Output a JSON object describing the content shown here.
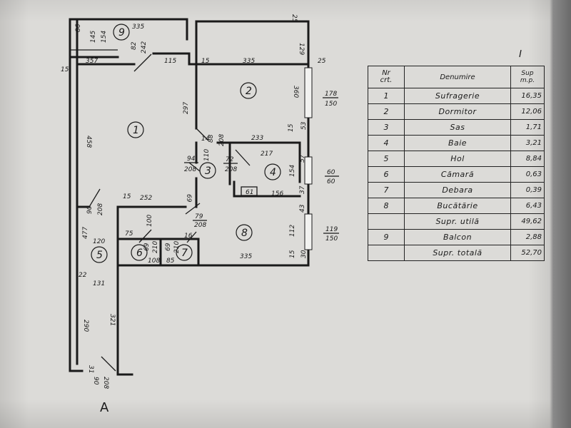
{
  "legend": {
    "header": {
      "nr_line1": "Nr",
      "nr_line2": "crt.",
      "name": "Denumire",
      "sup_line1": "Sup",
      "sup_line2": "m.p."
    },
    "rows": [
      {
        "nr": "1",
        "name": "Sufragerie",
        "value": "16,35"
      },
      {
        "nr": "2",
        "name": "Dormitor",
        "value": "12,06"
      },
      {
        "nr": "3",
        "name": "Sas",
        "value": "1,71"
      },
      {
        "nr": "4",
        "name": "Baie",
        "value": "3,21"
      },
      {
        "nr": "5",
        "name": "Hol",
        "value": "8,84"
      },
      {
        "nr": "6",
        "name": "Cămară",
        "value": "0,63"
      },
      {
        "nr": "7",
        "name": "Debara",
        "value": "0,39"
      },
      {
        "nr": "8",
        "name": "Bucătărie",
        "value": "6,43"
      },
      {
        "nr": "",
        "name": "Supr. utilă",
        "value": "49,62"
      },
      {
        "nr": "9",
        "name": "Balcon",
        "value": "2,88"
      },
      {
        "nr": "",
        "name": "Supr. totală",
        "value": "52,70"
      }
    ]
  },
  "rooms": [
    "1",
    "2",
    "3",
    "4",
    "5",
    "6",
    "7",
    "8",
    "9"
  ],
  "dimensions": [
    "335",
    "25",
    "86",
    "145",
    "154",
    "82",
    "242",
    "129",
    "357",
    "115",
    "15",
    "335",
    "25",
    "15",
    "178",
    "150",
    "360",
    "458",
    "297",
    "14",
    "88",
    "208",
    "233",
    "15",
    "53",
    "94",
    "72",
    "208",
    "217",
    "110",
    "208",
    "57",
    "154",
    "60",
    "60",
    "15",
    "69",
    "252",
    "61",
    "156",
    "37",
    "90",
    "208",
    "79",
    "208",
    "43",
    "100",
    "75",
    "16",
    "112",
    "119",
    "150",
    "477",
    "120",
    "69",
    "210",
    "69",
    "210",
    "108",
    "85",
    "15",
    "30",
    "335",
    "22",
    "131",
    "290",
    "321",
    "31",
    "90",
    "208"
  ],
  "north": "A"
}
